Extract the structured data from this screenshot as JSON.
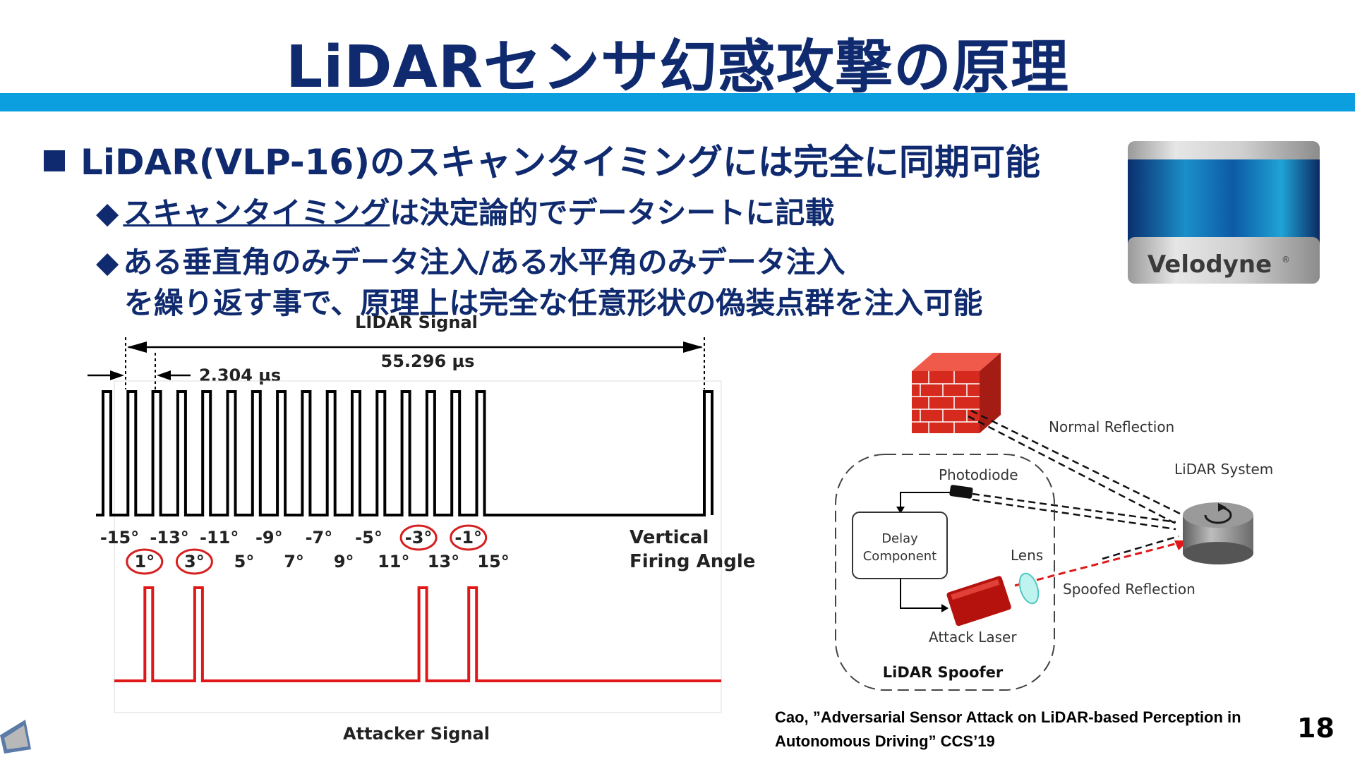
{
  "title": "LiDARセンサ幻惑攻撃の原理",
  "bullets": {
    "main": "LiDAR(VLP-16)のスキャンタイミングには完全に同期可能",
    "sub1_underlined": "スキャンタイミング",
    "sub1_rest": "は決定論的でデータシートに記載",
    "sub2_line1": "ある垂直角のみデータ注入/ある水平角のみデータ注入",
    "sub2_line2": "を繰り返す事で、原理上は完全な任意形状の偽装点群を注入可能",
    "diamond": "◆"
  },
  "device_image": {
    "brand": "Velodyne",
    "registered": "®"
  },
  "signal_figure": {
    "lidar_signal_label": "LIDAR Signal",
    "period_label": "55.296 µs",
    "pulse_label": "2.304 µs",
    "vertical_label": "Vertical",
    "firing_angle_label": "Firing Angle",
    "attacker_signal_label": "Attacker Signal",
    "angles_top": [
      "-15°",
      "-13°",
      "-11°",
      "-9°",
      "-7°",
      "-5°",
      "-3°",
      "-1°"
    ],
    "angles_bottom": [
      "1°",
      "3°",
      "5°",
      "7°",
      "9°",
      "11°",
      "13°",
      "15°"
    ],
    "circled_top": [
      "-3°",
      "-1°"
    ],
    "circled_bottom": [
      "1°",
      "3°"
    ],
    "colors": {
      "lidar": "#000000",
      "attacker": "#e01818",
      "circle": "#d62020"
    }
  },
  "spoofer_diagram": {
    "normal_reflection": "Normal Reflection",
    "lidar_system": "LiDAR System",
    "photodiode": "Photodiode",
    "delay_component_line1": "Delay",
    "delay_component_line2": "Component",
    "lens": "Lens",
    "spoofed_reflection": "Spoofed Reflection",
    "attack_laser": "Attack Laser",
    "lidar_spoofer": "LiDAR Spoofer"
  },
  "citation": {
    "line1": "Cao, ”Adversarial Sensor Attack on LiDAR-based Perception in",
    "line2": "Autonomous Driving” CCS’19"
  },
  "page_number": "18",
  "theme": {
    "title_color": "#0f2a6e",
    "accent_bar": "#0b9fe0"
  }
}
